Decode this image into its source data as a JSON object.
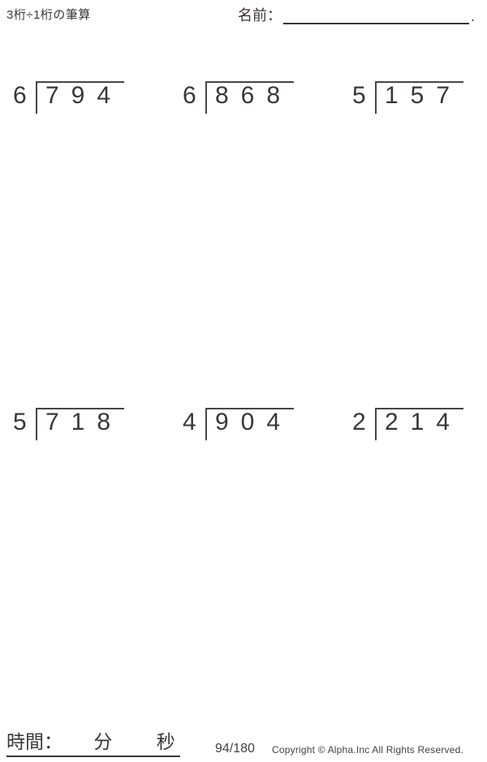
{
  "colors": {
    "ink": "#3b3536",
    "line": "#4a4445"
  },
  "header": {
    "title": "3桁÷1桁の筆算",
    "name_label": "名前：",
    "name_period": "."
  },
  "problems": [
    {
      "divisor": "6",
      "dividend": "794"
    },
    {
      "divisor": "6",
      "dividend": "868"
    },
    {
      "divisor": "5",
      "dividend": "157"
    },
    {
      "divisor": "5",
      "dividend": "718"
    },
    {
      "divisor": "4",
      "dividend": "904"
    },
    {
      "divisor": "2",
      "dividend": "214"
    }
  ],
  "footer": {
    "time_label": "時間：",
    "minutes_label": "分",
    "seconds_label": "秒",
    "page": "94/180",
    "copyright": "Copyright © Alpha.Inc All Rights Reserved."
  }
}
